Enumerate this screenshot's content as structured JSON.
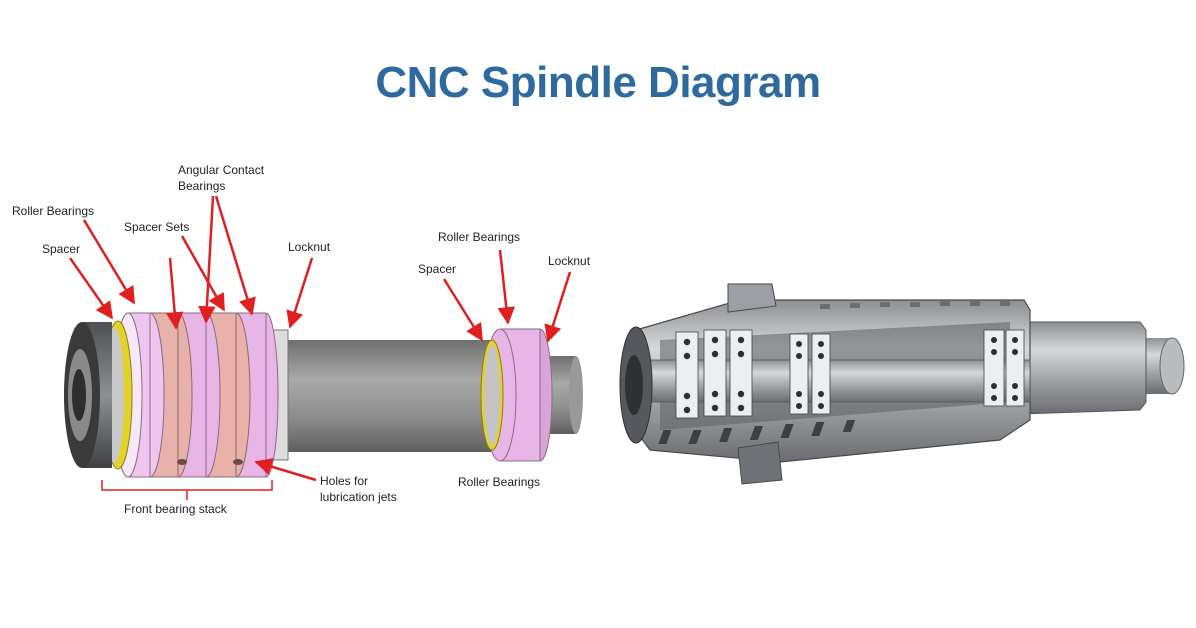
{
  "title": "CNC Spindle Diagram",
  "colors": {
    "title": "#2e6a9e",
    "arrow": "#e02020",
    "pink_ring": "#e8b6e6",
    "salmon_ring": "#e8b1a9",
    "yellow_ring": "#e3d22a",
    "shaft": "#8a8a8a"
  },
  "labels": {
    "angular_contact": [
      "Angular Contact",
      "Bearings"
    ],
    "roller_bearings_front": "Roller Bearings",
    "spacer_sets": "Spacer Sets",
    "spacer_front": "Spacer",
    "locknut_front": "Locknut",
    "roller_bearings_rear_top": "Roller Bearings",
    "spacer_rear": "Spacer",
    "locknut_rear": "Locknut",
    "holes": [
      "Holes for",
      "lubrication jets"
    ],
    "roller_bearings_rear_bottom": "Roller Bearings",
    "front_stack": "Front bearing stack"
  }
}
